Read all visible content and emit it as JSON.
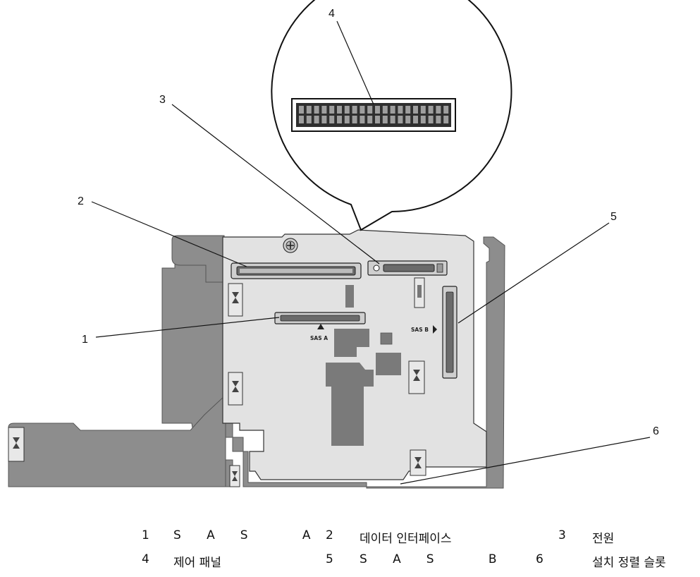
{
  "diagram": {
    "callouts": [
      "1",
      "2",
      "3",
      "4",
      "5",
      "6"
    ],
    "board_labels": {
      "sas_a": "SAS A",
      "sas_b": "SAS B"
    }
  },
  "legend": {
    "rows": [
      [
        {
          "num": "1",
          "text": "SAS A"
        },
        {
          "num": "2",
          "text": "데이터 인터페이스"
        },
        {
          "num": "3",
          "text": "전원"
        }
      ],
      [
        {
          "num": "4",
          "text": "제어 패널"
        },
        {
          "num": "5",
          "text": "SAS B"
        },
        {
          "num": "6",
          "text": "설치 정렬 슬롯"
        }
      ]
    ]
  },
  "colors": {
    "board_face": "#e2e2e2",
    "board_dark": "#8c8c8c",
    "connector_dark": "#6b6b6b",
    "outline": "#111111"
  }
}
